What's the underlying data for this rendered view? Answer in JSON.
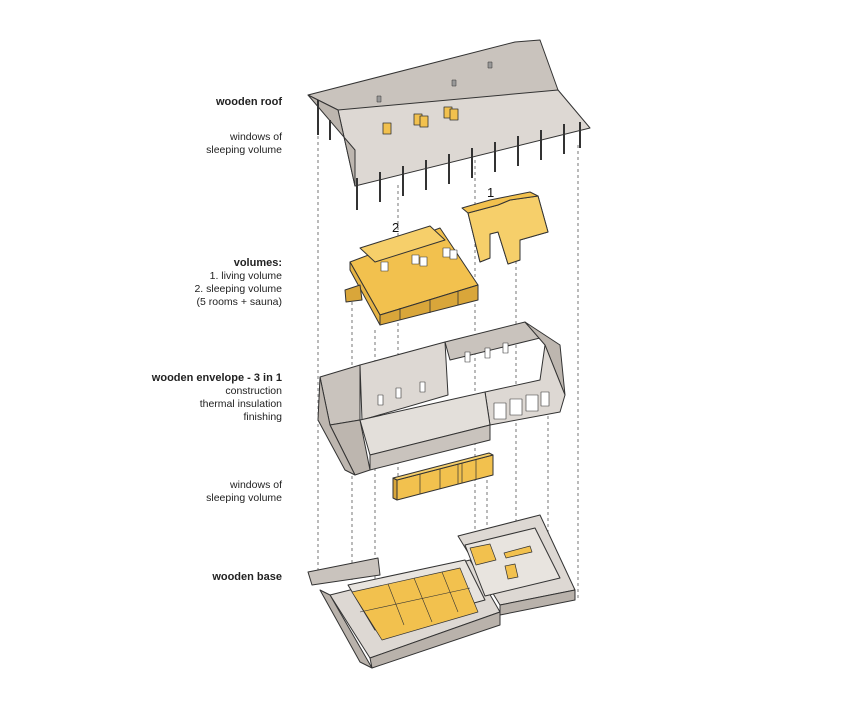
{
  "labels": {
    "roof": {
      "title": "wooden roof"
    },
    "roof_windows": {
      "lines": [
        "windows of",
        "sleeping volume"
      ]
    },
    "volumes": {
      "title": "volumes:",
      "lines": [
        "1. living volume",
        "2. sleeping volume",
        "(5 rooms + sauna)"
      ]
    },
    "envelope": {
      "title": "wooden envelope - 3 in 1",
      "lines": [
        "construction",
        "thermal insulation",
        "finishing"
      ]
    },
    "envelope_windows": {
      "lines": [
        "windows of",
        "sleeping volume"
      ]
    },
    "base": {
      "title": "wooden base"
    }
  },
  "volume_numbers": {
    "living": "1",
    "sleeping": "2"
  },
  "colors": {
    "structure": "#d9d4cf",
    "structure_dark": "#b9b2ab",
    "accent": "#f2c14e",
    "accent_dark": "#d9a63a",
    "line": "#333333"
  }
}
